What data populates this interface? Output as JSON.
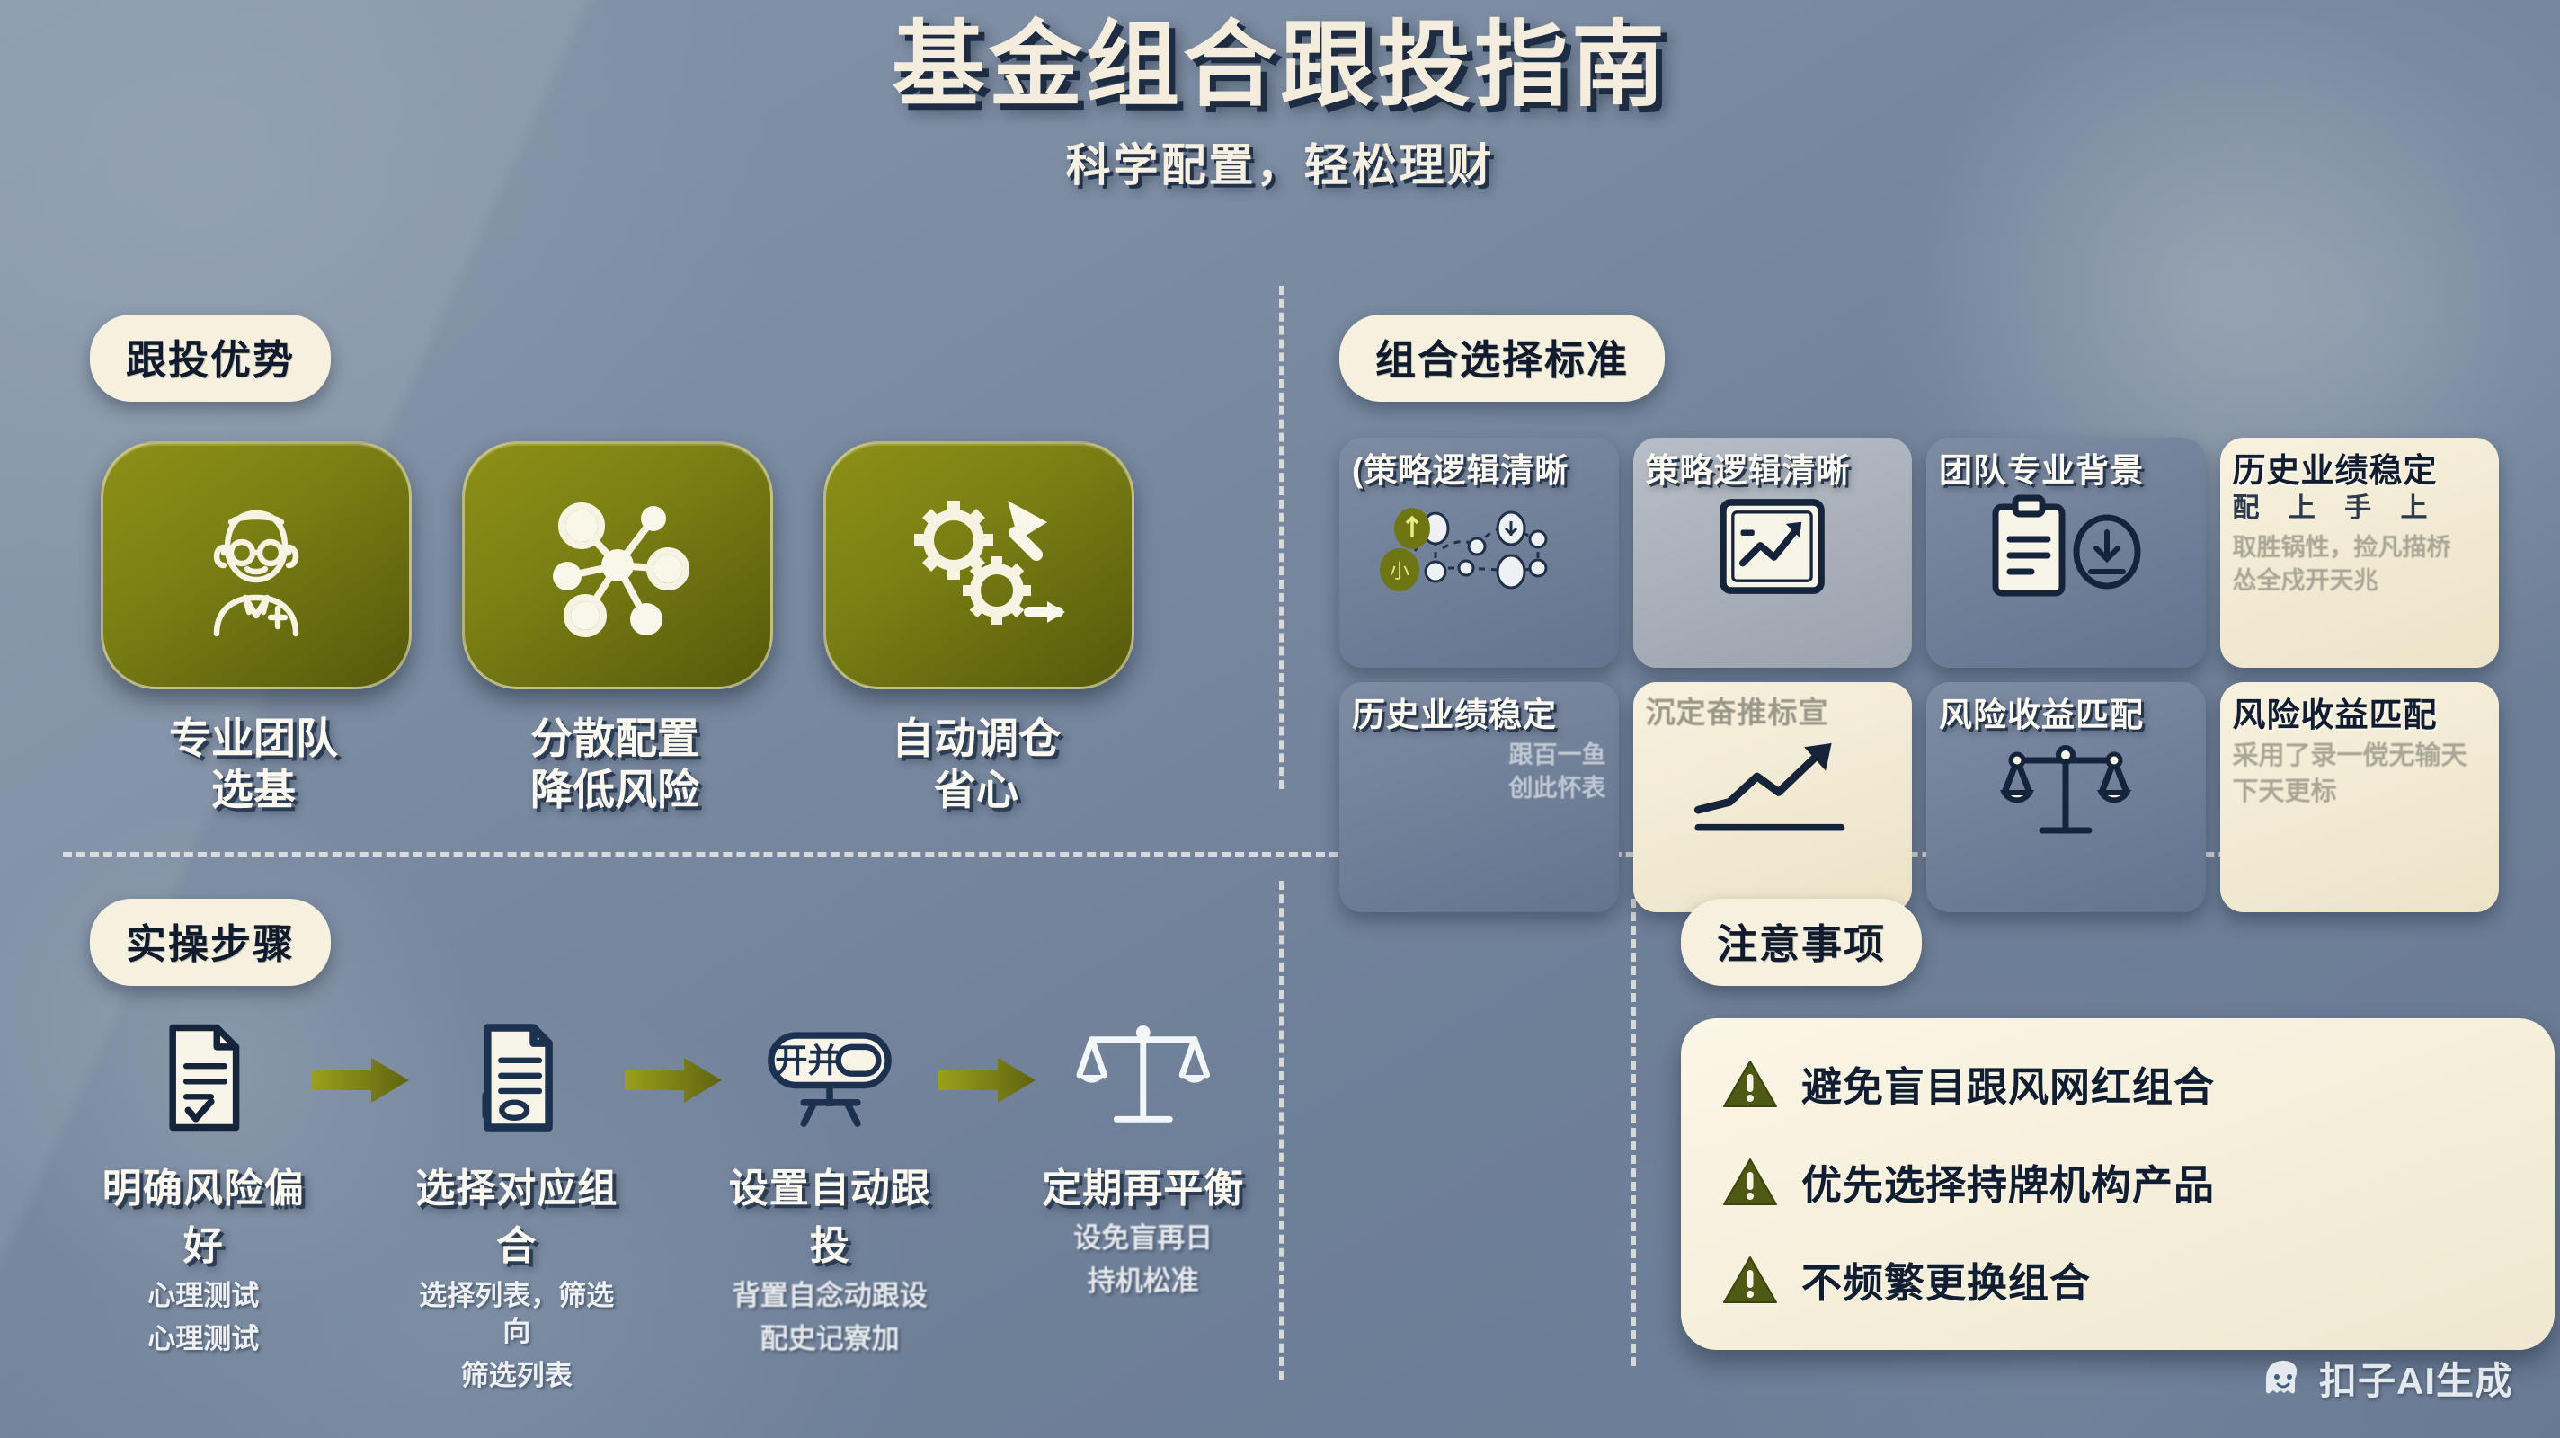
{
  "header": {
    "title": "基金组合跟投指南",
    "subtitle": "科学配置，轻松理财"
  },
  "advantages": {
    "badge": "跟投优势",
    "items": [
      {
        "icon": "professional-advisor-icon",
        "line1": "专业团队",
        "line2": "选基"
      },
      {
        "icon": "network-nodes-icon",
        "line1": "分散配置",
        "line2": "降低风险"
      },
      {
        "icon": "gears-arrow-icon",
        "line1": "自动调仓",
        "line2": "省心"
      }
    ]
  },
  "criteria": {
    "badge": "组合选择标准",
    "cards": [
      {
        "style": "blue",
        "title": "(策略逻辑清晰",
        "sub": "",
        "sub2": "",
        "art": "network-diagram-icon"
      },
      {
        "style": "grey",
        "title": "策略逻辑清晰",
        "sub": "",
        "sub2": "",
        "art": "chart-frame-icon"
      },
      {
        "style": "blue",
        "title": "团队专业背景",
        "sub": "",
        "sub2": "",
        "art": "clipboard-badge-icon"
      },
      {
        "style": "cream",
        "title": "历史业绩稳定",
        "sub2": "配 上 手 上",
        "sub": "取胜锅性，捡凡描桥\n怂全戍开天兆",
        "art": ""
      },
      {
        "style": "blue",
        "title": "历史业绩稳定",
        "sub": "跟百一鱼\n创此怀表",
        "sub2": "",
        "art": ""
      },
      {
        "style": "cream",
        "title": "沉定奋推标宣",
        "sub": "",
        "sub2": "",
        "art": "rising-line-icon"
      },
      {
        "style": "blue",
        "title": "风险收益匹配",
        "sub": "",
        "sub2": "",
        "art": "balance-scale-icon"
      },
      {
        "style": "cream",
        "title": "风险收益匹配",
        "sub": "采用了录一傥无输天\n下天更标",
        "sub2": "",
        "art": ""
      }
    ]
  },
  "steps": {
    "badge": "实操步骤",
    "items": [
      {
        "icon": "document-check-icon",
        "title": "明确风险偏好",
        "sub1": "心理测试",
        "sub2": "心理测试",
        "fuzzy": false
      },
      {
        "icon": "document-lines-icon",
        "title": "选择对应组合",
        "sub1": "选择列表，筛选向",
        "sub2": "筛选列表",
        "fuzzy": false
      },
      {
        "icon": "toggle-switch-icon",
        "title": "设置自动跟投",
        "sub1": "背置自念动跟设",
        "sub2": "配史记寮加",
        "fuzzy": true
      },
      {
        "icon": "balance-scale-icon",
        "title": "定期再平衡",
        "sub1": "设免盲再日",
        "sub2": "持机松准",
        "fuzzy": true
      }
    ],
    "arrow_icon": "arrow-right-icon"
  },
  "notes": {
    "badge": "注意事项",
    "items": [
      {
        "icon": "warning-triangle-icon",
        "text": "避免盲目跟风网红组合"
      },
      {
        "icon": "warning-triangle-icon",
        "text": "优先选择持牌机构产品"
      },
      {
        "icon": "warning-triangle-icon",
        "text": "不频繁更换组合"
      }
    ]
  },
  "watermark": {
    "icon": "coze-ghost-icon",
    "text": "扣子AI生成"
  },
  "colors": {
    "background": "#7b8ba1",
    "olive": "#7b8014",
    "cream": "#f6f0df",
    "navy": "#111d31",
    "card_blue": "#6f7f99"
  }
}
